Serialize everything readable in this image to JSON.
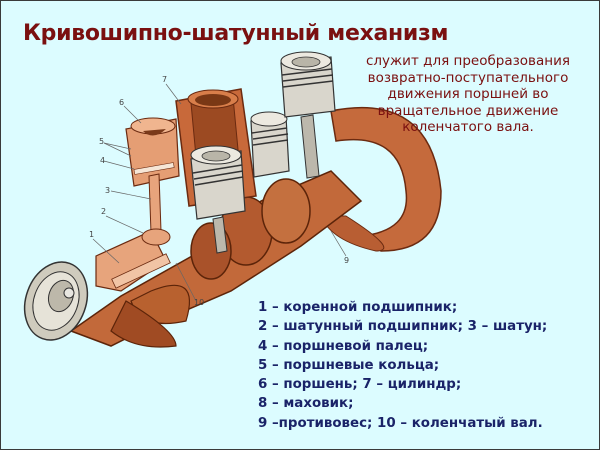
{
  "slide": {
    "title": "Кривошипно-шатунный механизм",
    "subtitle_lines": [
      "служит для преобразования",
      "возвратно-поступательного",
      "движения поршней во",
      "вращательное движение",
      "коленчатого вала."
    ],
    "legend": [
      "1 – коренной подшипник;",
      "2 – шатунный подшипник; 3 – шатун;",
      "4 – поршневой палец;",
      "5 – поршневые кольца;",
      "6 – поршень; 7 – цилиндр;",
      "8 – маховик;",
      "9 –противовес; 10 – коленчатый вал."
    ],
    "callouts": [
      "1",
      "2",
      "3",
      "4",
      "5",
      "6",
      "7",
      "9",
      "10"
    ],
    "colors": {
      "background": "#dcfcff",
      "title": "#7a1010",
      "legend": "#1a2368",
      "metal_copper": "#c8693a",
      "metal_steel": "#d9d6cc"
    }
  }
}
